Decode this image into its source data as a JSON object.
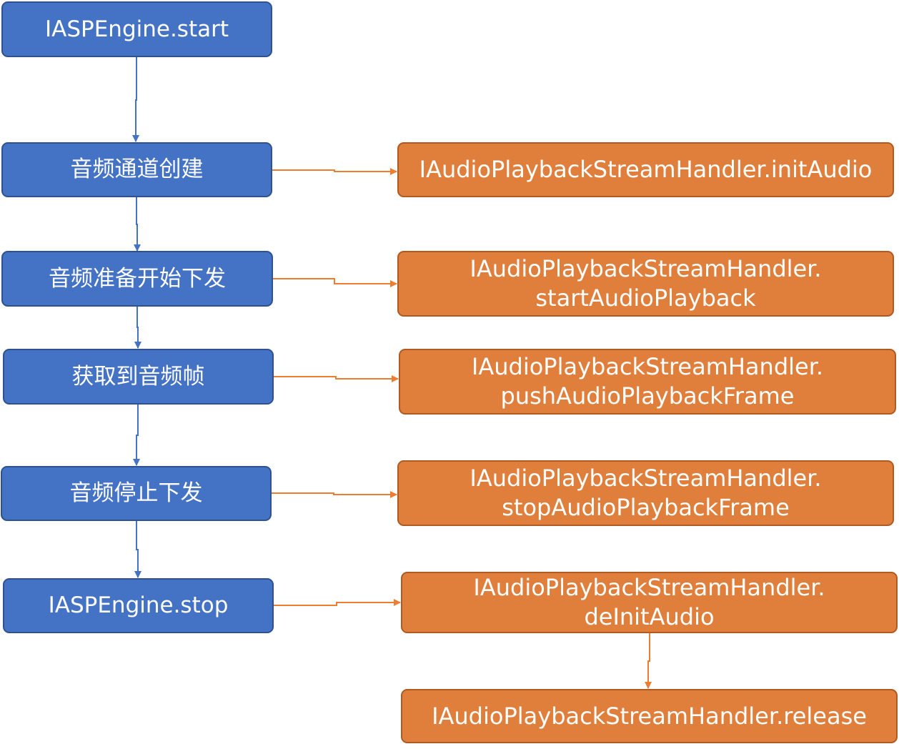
{
  "colors": {
    "left_fill": "#4472c4",
    "left_border": "#2f528f",
    "right_fill": "#e07e3c",
    "right_border": "#ae5a21",
    "left_arrow": "#4472c4",
    "right_arrow": "#ed7d31"
  },
  "left_nodes": [
    {
      "id": "engine-start",
      "lines": [
        "IASPEngine.start"
      ]
    },
    {
      "id": "channel-create",
      "lines": [
        "音频通道创建"
      ]
    },
    {
      "id": "prepare-send",
      "lines": [
        "音频准备开始下发"
      ]
    },
    {
      "id": "get-frame",
      "lines": [
        "获取到音频帧"
      ]
    },
    {
      "id": "stop-send",
      "lines": [
        "音频停止下发"
      ]
    },
    {
      "id": "engine-stop",
      "lines": [
        "IASPEngine.stop"
      ]
    }
  ],
  "right_nodes": [
    {
      "id": "init-audio",
      "lines": [
        "IAudioPlaybackStreamHandler.initAudio"
      ]
    },
    {
      "id": "start-playback",
      "lines": [
        "IAudioPlaybackStreamHandler.",
        "startAudioPlayback"
      ]
    },
    {
      "id": "push-frame",
      "lines": [
        "IAudioPlaybackStreamHandler.",
        "pushAudioPlaybackFrame"
      ]
    },
    {
      "id": "stop-frame",
      "lines": [
        "IAudioPlaybackStreamHandler.",
        "stopAudioPlaybackFrame"
      ]
    },
    {
      "id": "deinit-audio",
      "lines": [
        "IAudioPlaybackStreamHandler.",
        "deInitAudio"
      ]
    },
    {
      "id": "release",
      "lines": [
        "IAudioPlaybackStreamHandler.release"
      ]
    }
  ]
}
